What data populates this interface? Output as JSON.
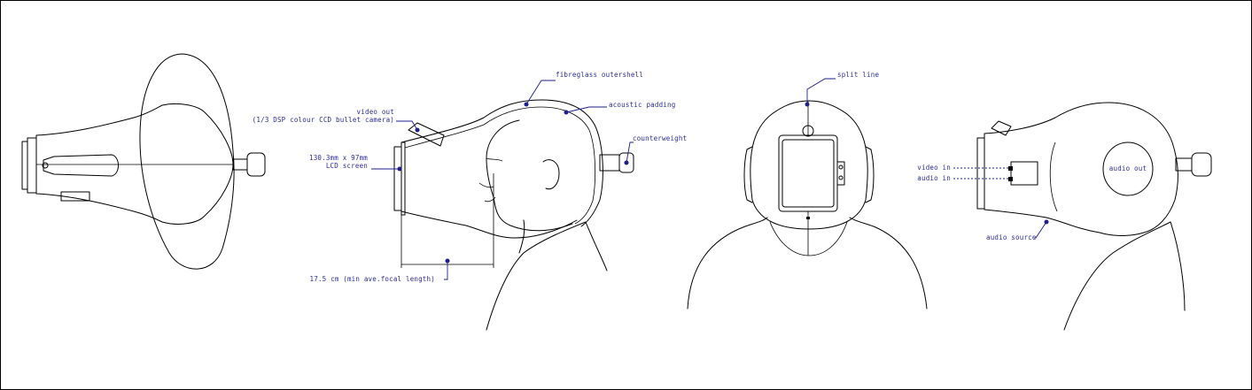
{
  "labels": {
    "video_out_line1": "video out",
    "video_out_line2": "(1/3 DSP colour CCD bullet camera)",
    "lcd_line1": "130.3mm x 97mm",
    "lcd_line2": "LCD screen",
    "focal_length": "17.5 cm (min ave.focal length)",
    "fibreglass": "fibreglass outershell",
    "acoustic": "acoustic padding",
    "counterweight": "counterweight",
    "split_line": "split line",
    "video_in": "video in",
    "audio_in": "audio in",
    "audio_out": "audio out",
    "audio_source": "audio source"
  },
  "colors": {
    "annotation": "#2b2b9c",
    "line": "#000000",
    "background": "#ffffff"
  }
}
